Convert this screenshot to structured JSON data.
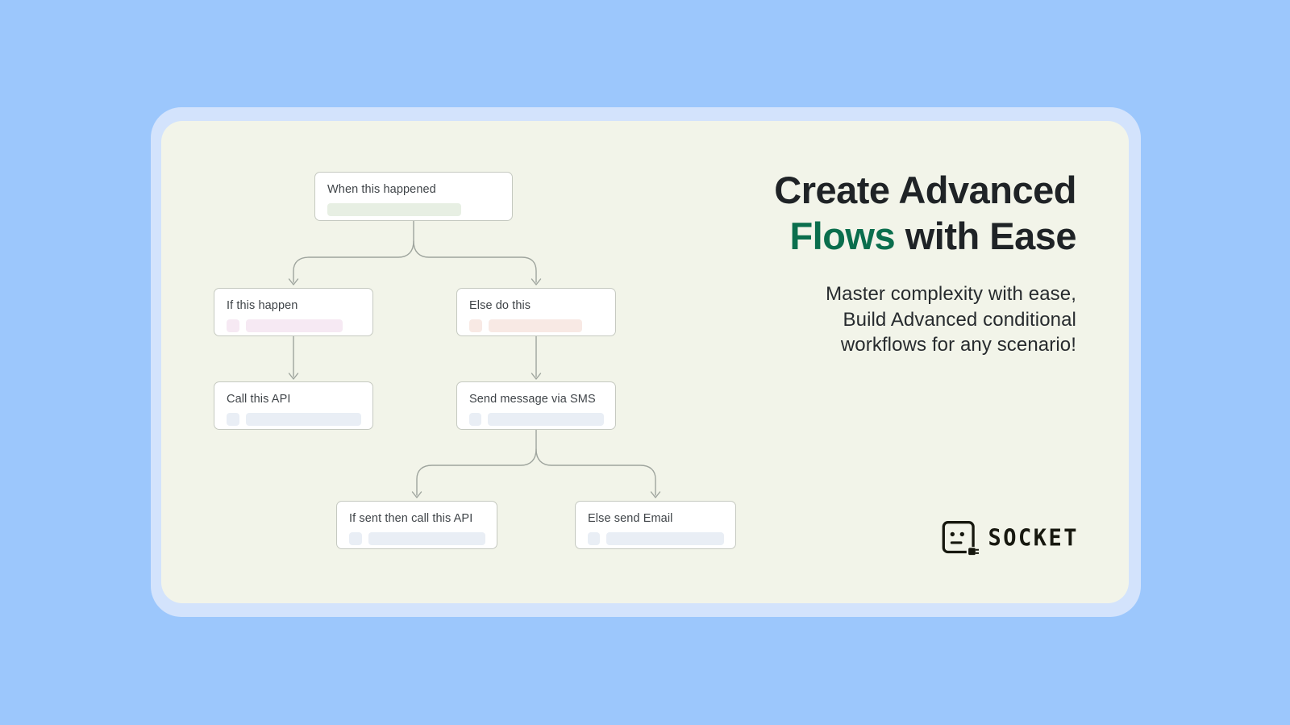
{
  "page": {
    "background": "#9cc7fc"
  },
  "panel": {
    "frame_color": "#d3e3fc",
    "card_color": "#f2f4e9"
  },
  "flow": {
    "connector_color": "#9ea49d",
    "nodes": [
      {
        "label": "When this happened",
        "accent": "#e7efe3"
      },
      {
        "label": "If this happen",
        "accent": "#f6e9f3"
      },
      {
        "label": "Else do this",
        "accent": "#f8e9e4"
      },
      {
        "label": "Call this API",
        "accent": "#e9eef5"
      },
      {
        "label": "Send message via SMS",
        "accent": "#e9eef5"
      },
      {
        "label": "If sent then call this API",
        "accent": "#e9eef5"
      },
      {
        "label": "Else send Email",
        "accent": "#e9eef5"
      }
    ]
  },
  "headline": {
    "line1": "Create Advanced",
    "line2_highlight": "Flows",
    "line2_rest": " with Ease",
    "text_color": "#1f2326",
    "highlight_color": "#0a6e4d"
  },
  "subtitle": {
    "text_color": "#272b2e",
    "lines": [
      "Master complexity with ease,",
      "Build Advanced conditional",
      "workflows for any scenario!"
    ]
  },
  "brand": {
    "wordmark": "SOCKET",
    "logo_color": "#17180f"
  }
}
